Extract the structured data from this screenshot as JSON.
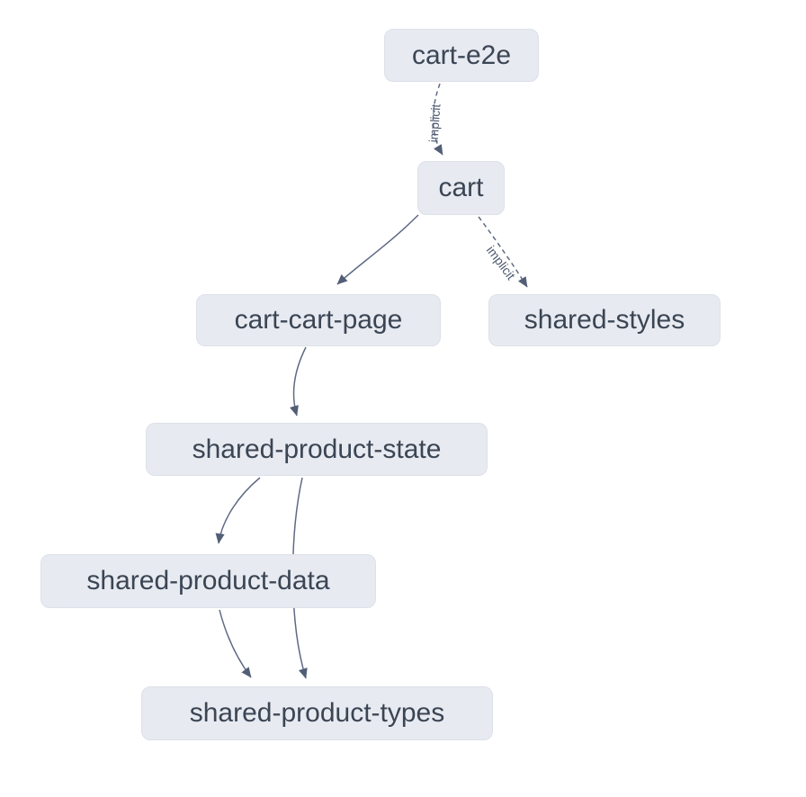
{
  "diagram": {
    "kind": "project-dependency-graph",
    "colors": {
      "canvas_background": "#ffffff",
      "node_fill": "#e7eaf0",
      "node_border": "#dde1e9",
      "node_text": "#3b4554",
      "edge_stroke": "#5e6a83",
      "edge_label_text": "#4f5a70"
    },
    "nodes": [
      {
        "id": "cart-e2e",
        "label": "cart-e2e"
      },
      {
        "id": "cart",
        "label": "cart"
      },
      {
        "id": "cart-cart-page",
        "label": "cart-cart-page"
      },
      {
        "id": "shared-styles",
        "label": "shared-styles"
      },
      {
        "id": "shared-product-state",
        "label": "shared-product-state"
      },
      {
        "id": "shared-product-data",
        "label": "shared-product-data"
      },
      {
        "id": "shared-product-types",
        "label": "shared-product-types"
      }
    ],
    "edges": [
      {
        "source": "cart-e2e",
        "target": "cart",
        "type": "implicit",
        "label": "implicit"
      },
      {
        "source": "cart",
        "target": "cart-cart-page",
        "type": "static",
        "label": ""
      },
      {
        "source": "cart",
        "target": "shared-styles",
        "type": "implicit",
        "label": "implicit"
      },
      {
        "source": "cart-cart-page",
        "target": "shared-product-state",
        "type": "static",
        "label": ""
      },
      {
        "source": "shared-product-state",
        "target": "shared-product-data",
        "type": "static",
        "label": ""
      },
      {
        "source": "shared-product-state",
        "target": "shared-product-types",
        "type": "static",
        "label": ""
      },
      {
        "source": "shared-product-data",
        "target": "shared-product-types",
        "type": "static",
        "label": ""
      }
    ]
  }
}
